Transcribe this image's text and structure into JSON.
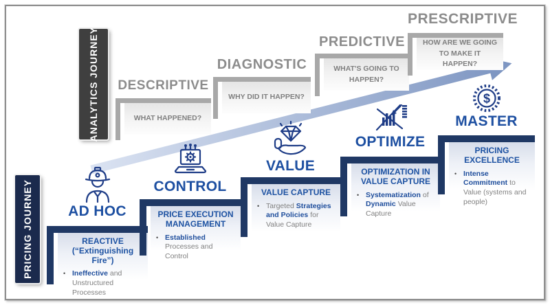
{
  "analytics_journey": {
    "label": "ANALYTICS JOURNEY",
    "steps": [
      {
        "title": "DESCRIPTIVE",
        "question": "WHAT HAPPENED?"
      },
      {
        "title": "DIAGNOSTIC",
        "question": "WHY DID IT HAPPEN?"
      },
      {
        "title": "PREDICTIVE",
        "question": "WHAT'S GOING TO HAPPEN?"
      },
      {
        "title": "PRESCRIPTIVE",
        "question": "HOW ARE WE GOING TO MAKE IT HAPPEN?"
      }
    ]
  },
  "pricing_journey": {
    "label": "PRICING JOURNEY",
    "steps": [
      {
        "title": "AD HOC",
        "icon": "firefighter-icon",
        "header": "REACTIVE (“Extinguishing Fire”)",
        "bullet": [
          {
            "text": "Ineffective",
            "em": true
          },
          {
            "text": " and Unstructured Processes",
            "em": false
          }
        ]
      },
      {
        "title": "CONTROL",
        "icon": "laptop-gear-icon",
        "header": "PRICE EXECUTION MANAGEMENT",
        "bullet": [
          {
            "text": "Established",
            "em": true
          },
          {
            "text": " Processes and Control",
            "em": false
          }
        ]
      },
      {
        "title": "VALUE",
        "icon": "hand-diamond-icon",
        "header": "VALUE CAPTURE",
        "bullet": [
          {
            "text": "Targeted ",
            "em": false
          },
          {
            "text": "Strategies and Policies",
            "em": true
          },
          {
            "text": " for Value Capture",
            "em": false
          }
        ]
      },
      {
        "title": "OPTIMIZE",
        "icon": "bar-chart-analysis-icon",
        "header": "OPTIMIZATION IN VALUE CAPTURE",
        "bullet": [
          {
            "text": "Systematization",
            "em": true
          },
          {
            "text": " of ",
            "em": false
          },
          {
            "text": "Dynamic",
            "em": true
          },
          {
            "text": " Value Capture",
            "em": false
          }
        ]
      },
      {
        "title": "MASTER",
        "icon": "dollar-medal-icon",
        "header": "PRICING EXCELLENCE",
        "bullet": [
          {
            "text": "Intense Commitment",
            "em": true
          },
          {
            "text": " to Value (systems and people)",
            "em": false
          }
        ]
      }
    ]
  },
  "colors": {
    "navy": "#1f3864",
    "step_blue": "#1d52a2",
    "keyword_blue": "#1f4e9c",
    "body_gray": "#808080",
    "analytics_gray": "#8c8c8c",
    "bar_gray": "#a8a8a8",
    "arrow_start": "#dbe3f2",
    "arrow_end": "#7e96c2",
    "analytics_label_bg": "#3f3f3f",
    "pricing_label_bg": "#1b2a4d"
  }
}
